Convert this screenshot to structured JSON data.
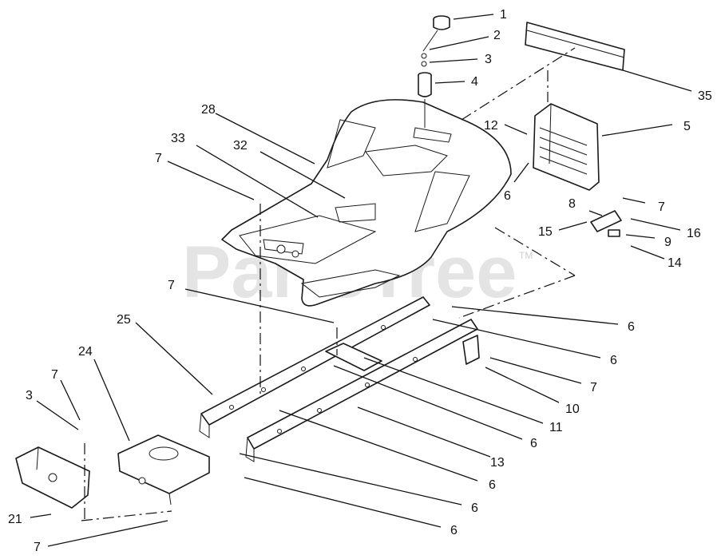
{
  "watermark": {
    "text": "PartsTree",
    "trademark": "TM"
  },
  "callouts": [
    {
      "id": "c1",
      "label": "1"
    },
    {
      "id": "c2",
      "label": "2"
    },
    {
      "id": "c3",
      "label": "3"
    },
    {
      "id": "c4",
      "label": "4"
    },
    {
      "id": "c35",
      "label": "35"
    },
    {
      "id": "c28",
      "label": "28"
    },
    {
      "id": "c33",
      "label": "33"
    },
    {
      "id": "c32",
      "label": "32"
    },
    {
      "id": "c7a",
      "label": "7"
    },
    {
      "id": "c12",
      "label": "12"
    },
    {
      "id": "c5",
      "label": "5"
    },
    {
      "id": "c6a",
      "label": "6"
    },
    {
      "id": "c7b",
      "label": "7"
    },
    {
      "id": "c8",
      "label": "8"
    },
    {
      "id": "c16",
      "label": "16"
    },
    {
      "id": "c15",
      "label": "15"
    },
    {
      "id": "c9",
      "label": "9"
    },
    {
      "id": "c14",
      "label": "14"
    },
    {
      "id": "c7c",
      "label": "7"
    },
    {
      "id": "c6b",
      "label": "6"
    },
    {
      "id": "c25",
      "label": "25"
    },
    {
      "id": "c6c",
      "label": "6"
    },
    {
      "id": "c24",
      "label": "24"
    },
    {
      "id": "c7d",
      "label": "7"
    },
    {
      "id": "c10",
      "label": "10"
    },
    {
      "id": "c7e",
      "label": "7"
    },
    {
      "id": "c3b",
      "label": "3"
    },
    {
      "id": "c11",
      "label": "11"
    },
    {
      "id": "c6d",
      "label": "6"
    },
    {
      "id": "c13",
      "label": "13"
    },
    {
      "id": "c6e",
      "label": "6"
    },
    {
      "id": "c6f",
      "label": "6"
    },
    {
      "id": "c21",
      "label": "21"
    },
    {
      "id": "c6g",
      "label": "6"
    },
    {
      "id": "c7f",
      "label": "7"
    }
  ]
}
